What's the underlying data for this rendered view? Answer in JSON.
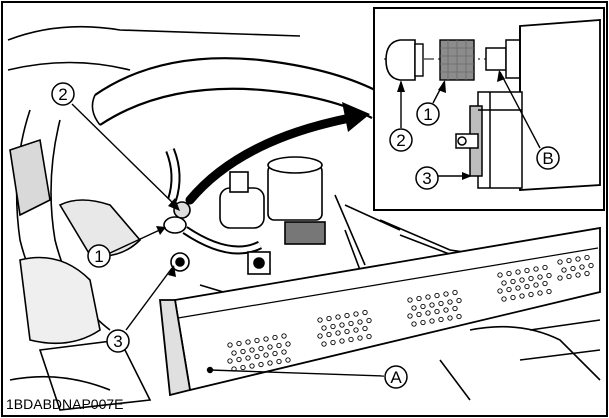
{
  "figure_code": "1BDABDNAP007E",
  "callouts": {
    "main_1": "1",
    "main_2": "2",
    "main_3": "3",
    "main_A": "A",
    "inset_1": "1",
    "inset_2": "2",
    "inset_3": "3",
    "inset_B": "B"
  },
  "colors": {
    "line": "#000000",
    "panel_fill": "#e6e6e6",
    "body_fill": "#ffffff",
    "filter_fill": "#8c8c8c",
    "shadow": "#bdbdbd"
  }
}
